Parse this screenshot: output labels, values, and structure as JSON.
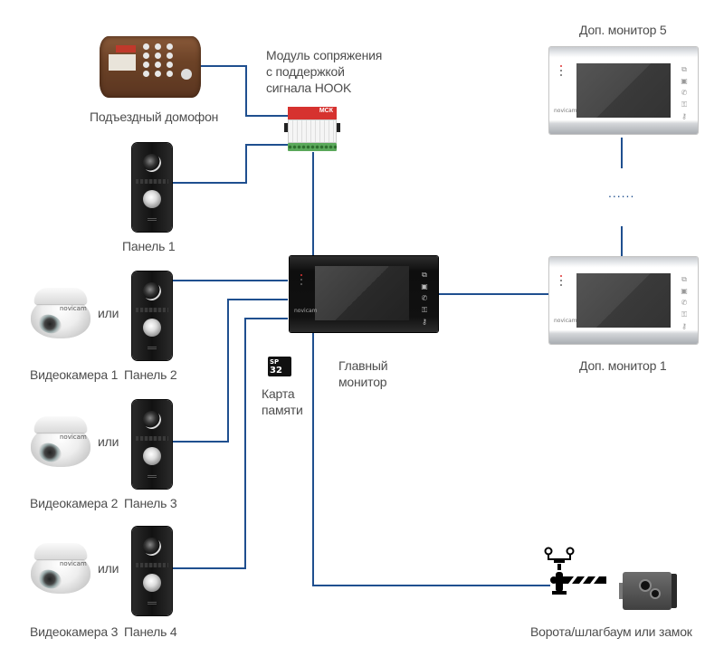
{
  "diagram": {
    "type": "intercom-connection-scheme",
    "wire_color": "#1f4f8f",
    "devices": {
      "entrance_intercom": {
        "label": "Подъездный домофон",
        "icon": "entrance-intercom-panel"
      },
      "interface_module": {
        "label_lines": [
          "Модуль сопряжения",
          "с поддержкой",
          "сигнала HOOK"
        ],
        "badge": "МСК",
        "icon": "interface-module"
      },
      "panel_1": {
        "label": "Панель 1",
        "icon": "door-call-panel"
      },
      "panel_2": {
        "label": "Панель 2",
        "icon": "door-call-panel"
      },
      "panel_3": {
        "label": "Панель 3",
        "icon": "door-call-panel"
      },
      "panel_4": {
        "label": "Панель 4",
        "icon": "door-call-panel"
      },
      "camera_1": {
        "label": "Видеокамера 1",
        "brand": "novicam",
        "icon": "dome-camera"
      },
      "camera_2": {
        "label": "Видеокамера 2",
        "brand": "novicam",
        "icon": "dome-camera"
      },
      "camera_3": {
        "label": "Видеокамера 3",
        "brand": "novicam",
        "icon": "dome-camera"
      },
      "or_word": "или",
      "main_monitor": {
        "label_lines": [
          "Главный",
          "монитор"
        ],
        "brand": "novicam",
        "icon": "video-monitor-black"
      },
      "memory_card": {
        "label_lines": [
          "Карта",
          "памяти"
        ],
        "card_text": [
          "SP",
          "32"
        ],
        "icon": "microsd-card"
      },
      "extra_monitor_1": {
        "label": "Доп. монитор 1",
        "brand": "novicam",
        "icon": "video-monitor-white"
      },
      "extra_monitor_5": {
        "label": "Доп. монитор 5",
        "brand": "novicam",
        "icon": "video-monitor-white"
      },
      "ellipsis": "......",
      "gate": {
        "label": "Ворота/шлагбаум или замок",
        "icon": "barrier-gate-and-lock"
      }
    },
    "monitor_button_glyphs": [
      "⧉",
      "▣",
      "✆",
      "⚿",
      "⚷"
    ]
  }
}
